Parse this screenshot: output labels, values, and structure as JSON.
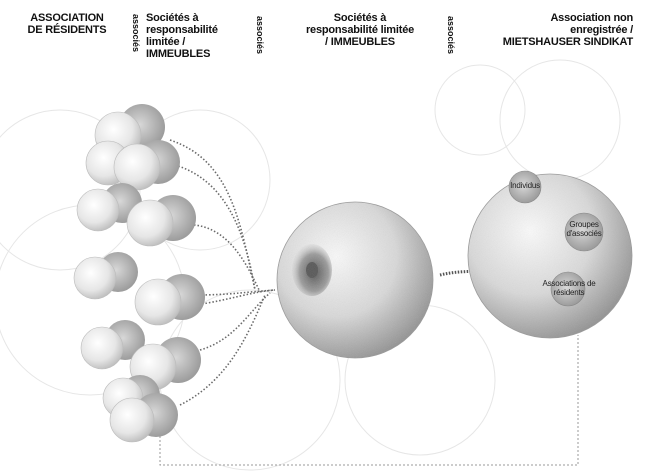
{
  "columns": [
    {
      "key": "assoc_residents",
      "label": "ASSOCIATION\nDE RÉSIDENTS"
    },
    {
      "key": "sarl_left",
      "label": "Sociétés à\nresponsabilité\nlimitée /\nIMMEUBLES"
    },
    {
      "key": "sarl_center",
      "label": "Sociétés à\nresponsabilité limitée\n/ IMMEUBLES"
    },
    {
      "key": "mietshauser",
      "label": "Association non\nenregistrée /\nMIETSHAUSER SINDIKAT"
    }
  ],
  "vertical_labels": {
    "first": "associés",
    "second": "associés",
    "third": "associés"
  },
  "inner_spheres": {
    "individus": "Individus",
    "groupes": "Groupes\nd'associés",
    "associations": "Associations de\nrésidents"
  },
  "colors": {
    "ink": "#1a1a1a",
    "sphere_light": "#f2f2f2",
    "sphere_dark": "#8a8a8a",
    "connector": "#555555"
  }
}
